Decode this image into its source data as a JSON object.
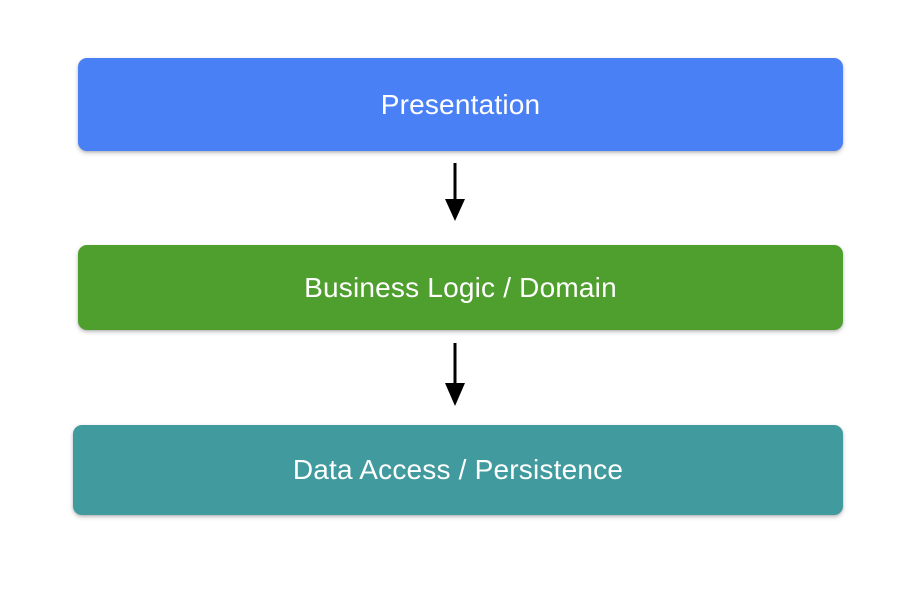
{
  "diagram": {
    "type": "layered-architecture",
    "orientation": "vertical-top-down",
    "background_color": "#ffffff",
    "layers": [
      {
        "id": "presentation",
        "label": "Presentation",
        "color": "#4a80f5",
        "text_color": "#ffffff",
        "order": 1
      },
      {
        "id": "business-logic",
        "label": "Business Logic / Domain",
        "color": "#4e9f2e",
        "text_color": "#ffffff",
        "order": 2
      },
      {
        "id": "data-access",
        "label": "Data Access / Persistence",
        "color": "#409a9e",
        "text_color": "#ffffff",
        "order": 3
      }
    ],
    "connectors": [
      {
        "id": "arrow-presentation-to-business",
        "from": "presentation",
        "to": "business-logic",
        "color": "#000000",
        "style": "solid-arrow-down"
      },
      {
        "id": "arrow-business-to-data",
        "from": "business-logic",
        "to": "data-access",
        "color": "#000000",
        "style": "solid-arrow-down"
      }
    ]
  }
}
